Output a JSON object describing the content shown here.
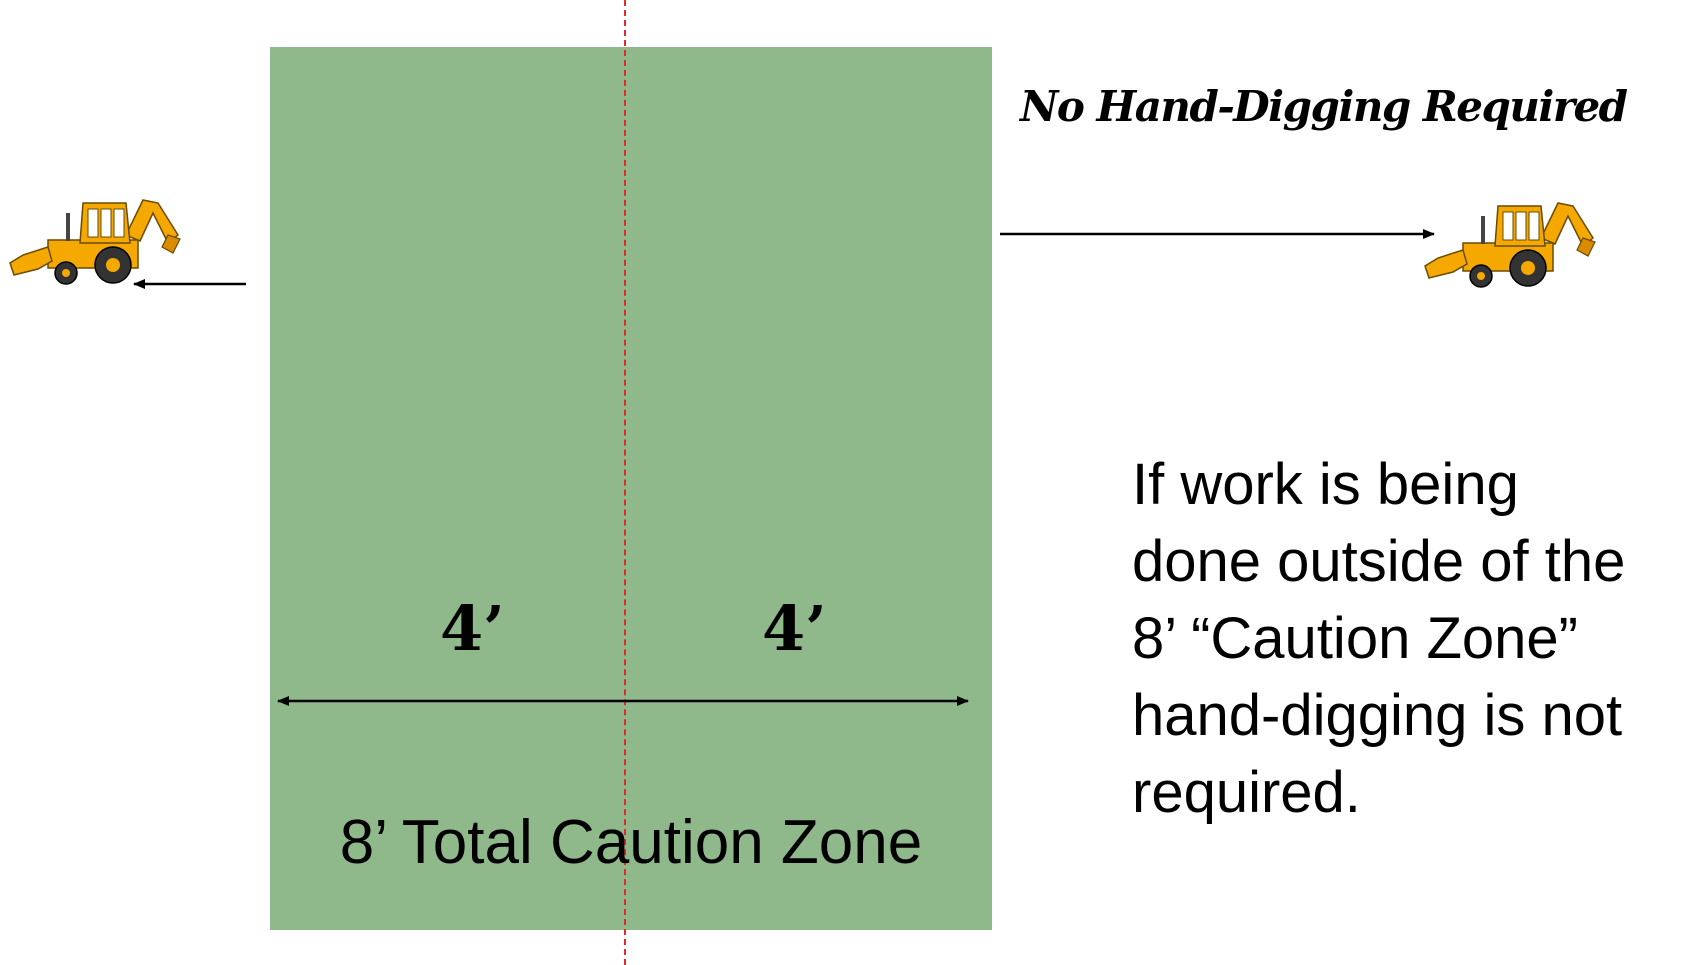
{
  "heading": "No Hand-Digging Required",
  "zone": {
    "left_dimension": "4’",
    "right_dimension": "4’",
    "total_label": "8’ Total Caution Zone",
    "fill_color": "#8fb98b",
    "center_line_color": "#e02b2b"
  },
  "note": {
    "lines": [
      "If work is being",
      "done outside of the",
      "8’ “Caution Zone”",
      "hand-digging is not",
      "required."
    ]
  },
  "icons": {
    "left_equipment": "backhoe-icon",
    "right_equipment": "backhoe-icon",
    "equipment_color": "#f5a800"
  }
}
